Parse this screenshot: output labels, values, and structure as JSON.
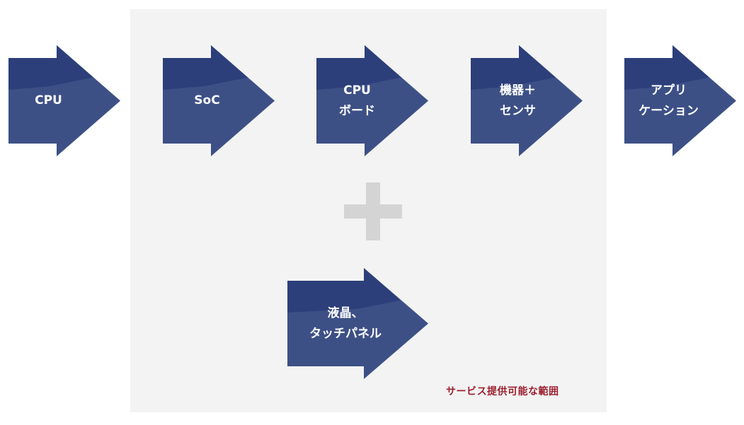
{
  "colors": {
    "arrow_dark": "#2c3f7a",
    "arrow_light": "#3d5086",
    "service_area_bg": "#f3f3f3",
    "service_label": "#9c1f2e",
    "plus": "#d4d4d4"
  },
  "steps": {
    "cpu": {
      "lines": [
        "CPU"
      ]
    },
    "soc": {
      "lines": [
        "SoC"
      ]
    },
    "cpu_board": {
      "lines": [
        "CPU",
        "ボード"
      ]
    },
    "device_sensor": {
      "lines": [
        "機器＋",
        "センサ"
      ]
    },
    "application": {
      "lines": [
        "アプリ",
        "ケーション"
      ]
    },
    "lcd_touch": {
      "lines": [
        "液晶、",
        "タッチパネル"
      ]
    }
  },
  "plus_icon": "plus-icon",
  "service_area": {
    "label": "サービス提供可能な範囲"
  }
}
